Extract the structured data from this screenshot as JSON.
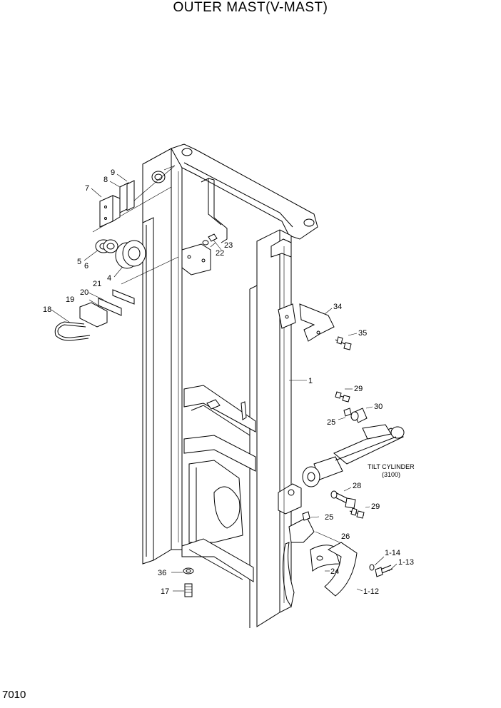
{
  "title": "OUTER MAST(V-MAST)",
  "page_number": "7010",
  "callouts": {
    "c1": "1",
    "c4": "4",
    "c5": "5",
    "c6": "6",
    "c7": "7",
    "c8": "8",
    "c9": "9",
    "c17": "17",
    "c18": "18",
    "c19": "19",
    "c20": "20",
    "c21": "21",
    "c22": "22",
    "c23": "23",
    "c24": "24",
    "c25a": "25",
    "c25b": "25",
    "c26": "26",
    "c28": "28",
    "c29a": "29",
    "c29b": "29",
    "c30": "30",
    "c34": "34",
    "c35": "35",
    "c36": "36",
    "c1_12": "1-12",
    "c1_13": "1-13",
    "c1_14": "1-14"
  },
  "tilt_cylinder": {
    "label": "TILT CYLINDER",
    "code": "(3100)"
  }
}
